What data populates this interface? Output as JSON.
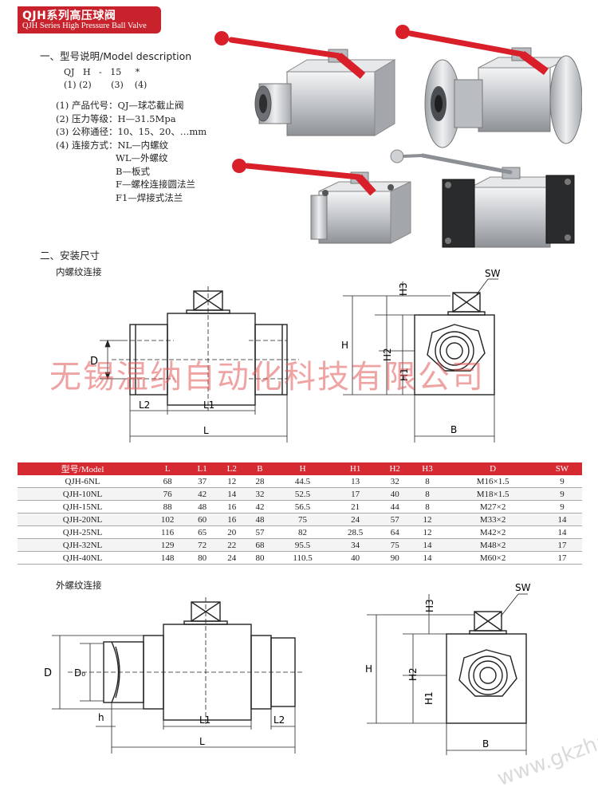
{
  "header": {
    "title_cn": "QJH系列高压球阀",
    "title_en": "QJH Series High Pressure Ball Valve"
  },
  "section1": {
    "title": "一、型号说明/Model description",
    "code_parts": [
      "QJ",
      "H",
      "-",
      "15",
      "*"
    ],
    "code_index": [
      "(1)",
      "(2)",
      "(3)",
      "(4)"
    ],
    "lines": [
      "(1) 产品代号：QJ—球芯截止阀",
      "(2) 压力等级：H—31.5Mpa",
      "(3) 公称通径：10、15、20、…mm",
      "(4) 连接方式：NL—内螺纹"
    ],
    "connection_options": [
      "WL—外螺纹",
      "B—板式",
      "F—螺栓连接圆法兰",
      "F1—焊接式法兰"
    ]
  },
  "section2": {
    "title": "二、安装尺寸",
    "subtitle_internal": "内螺纹连接",
    "subtitle_external": "外螺纹连接"
  },
  "dims": {
    "D": "D",
    "L": "L",
    "L1": "L1",
    "L2": "L2",
    "H": "H",
    "H1": "H1",
    "H2": "H2",
    "H3": "H3",
    "B": "B",
    "SW": "SW",
    "D0": "D₀",
    "h": "h"
  },
  "table": {
    "headers": [
      "型号/Model",
      "L",
      "L1",
      "L2",
      "B",
      "H",
      "H1",
      "H2",
      "H3",
      "D",
      "SW"
    ],
    "rows": [
      [
        "QJH-6NL",
        "68",
        "37",
        "12",
        "28",
        "44.5",
        "13",
        "32",
        "8",
        "M16×1.5",
        "9"
      ],
      [
        "QJH-10NL",
        "76",
        "42",
        "14",
        "32",
        "52.5",
        "17",
        "40",
        "8",
        "M18×1.5",
        "9"
      ],
      [
        "QJH-15NL",
        "88",
        "48",
        "16",
        "42",
        "56.5",
        "21",
        "44",
        "8",
        "M27×2",
        "9"
      ],
      [
        "QJH-20NL",
        "102",
        "60",
        "16",
        "48",
        "75",
        "24",
        "57",
        "12",
        "M33×2",
        "14"
      ],
      [
        "QJH-25NL",
        "116",
        "65",
        "20",
        "57",
        "82",
        "28.5",
        "64",
        "12",
        "M42×2",
        "14"
      ],
      [
        "QJH-32NL",
        "129",
        "72",
        "22",
        "68",
        "95.5",
        "34",
        "75",
        "14",
        "M48×2",
        "17"
      ],
      [
        "QJH-40NL",
        "148",
        "80",
        "24",
        "80",
        "110.5",
        "40",
        "90",
        "14",
        "M60×2",
        "17"
      ]
    ]
  },
  "watermark": "无锡温纳自动化科技有限公司",
  "watermark2": "www.gkzhan.com",
  "colors": {
    "brand_red": "#c8232c",
    "handle_red": "#d9202a",
    "steel": "#c9ccd0"
  }
}
